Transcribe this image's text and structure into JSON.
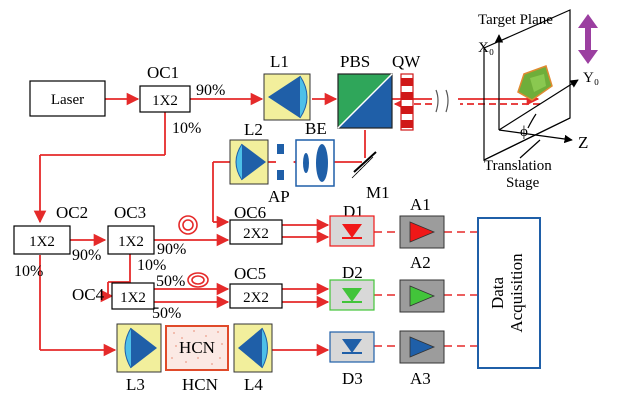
{
  "components": {
    "laser": "Laser",
    "oc1": "OC1",
    "oc2": "OC2",
    "oc3": "OC3",
    "oc4": "OC4",
    "oc5": "OC5",
    "oc6": "OC6",
    "l1": "L1",
    "l2": "L2",
    "l3": "L3",
    "l4": "L4",
    "pbs": "PBS",
    "qw": "QW",
    "be": "BE",
    "ap": "AP",
    "m1": "M1",
    "d1": "D1",
    "d2": "D2",
    "d3": "D3",
    "a1": "A1",
    "a2": "A2",
    "a3": "A3",
    "hcn_box": "HCN",
    "hcn_label": "HCN"
  },
  "couplers": {
    "c1x2_a": "1X2",
    "c1x2_b": "1X2",
    "c1x2_c": "1X2",
    "c1x2_d": "1X2",
    "c2x2_a": "2X2",
    "c2x2_b": "2X2"
  },
  "ratios": {
    "oc1_90": "90%",
    "oc1_10": "10%",
    "oc2_90": "90%",
    "oc2_10": "10%",
    "oc3_90": "90%",
    "oc3_10": "10%",
    "oc4_50a": "50%",
    "oc4_50b": "50%"
  },
  "target": {
    "plane": "Target Plane",
    "x0": "X₀",
    "y0": "Y₀",
    "z": "Z",
    "phi": "ϕ",
    "stage_line1": "Translation",
    "stage_line2": "Stage"
  },
  "daq": {
    "line1": "Data",
    "line2": "Acquisition"
  },
  "colors": {
    "beam": "#e52a2a",
    "lens_blue": "#1f5fa8",
    "lens_mount": "#f2ef9c",
    "d1": "#f01818",
    "d2": "#42c43a",
    "d3": "#1f5fa8",
    "amp_gray": "#9c9c9c",
    "daq_border": "#1f5fa8",
    "arrow_purple": "#9b3fa0"
  }
}
